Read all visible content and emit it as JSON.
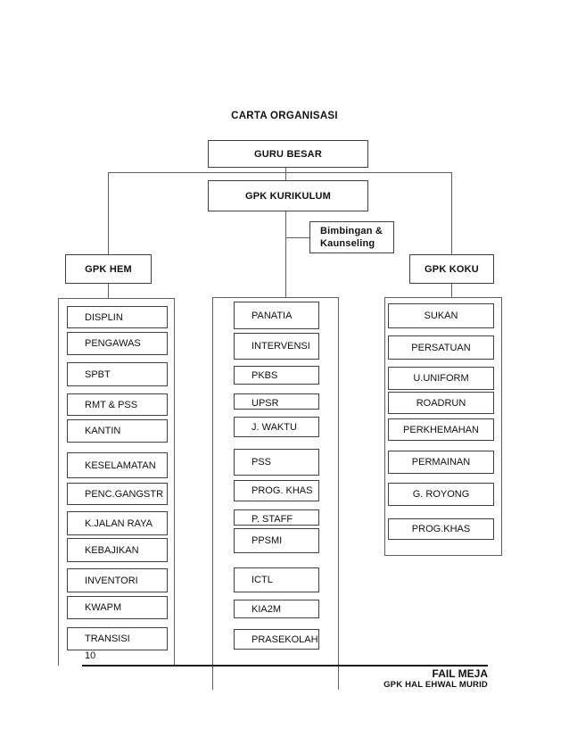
{
  "page": {
    "title": "CARTA ORGANISASI",
    "page_number": "10",
    "footer_title": "FAIL MEJA",
    "footer_subtitle": "GPK HAL EHWAL MURID"
  },
  "org": {
    "guru_besar": "GURU BESAR",
    "gpk_kurikulum": "GPK KURIKULUM",
    "bimbingan_line1": "Bimbingan &",
    "bimbingan_line2": "Kaunseling",
    "gpk_hem": "GPK HEM",
    "gpk_koku": "GPK KOKU",
    "hem_units": [
      "DISPLIN",
      "PENGAWAS",
      "SPBT",
      "RMT & PSS",
      "KANTIN",
      "KESELAMATAN",
      "PENC.GANGSTR",
      "K.JALAN RAYA",
      "KEBAJIKAN",
      "INVENTORI",
      "KWAPM",
      "TRANSISI"
    ],
    "kurikulum_units": [
      "PANATIA",
      "INTERVENSI",
      "PKBS",
      "UPSR",
      "J. WAKTU",
      "PSS",
      "PROG. KHAS",
      "P. STAFF",
      "PPSMI",
      "ICTL",
      "KIA2M",
      "PRASEKOLAH"
    ],
    "koku_units": [
      "SUKAN",
      "PERSATUAN",
      "U.UNIFORM",
      "ROADRUN",
      "PERKHEMAHAN",
      "PERMAINAN",
      "G. ROYONG",
      "PROG.KHAS"
    ]
  },
  "colors": {
    "box_border": "#404040",
    "container_border": "#5e5e5e",
    "footer_rule": "#1c1c1c",
    "text": "#111111"
  }
}
